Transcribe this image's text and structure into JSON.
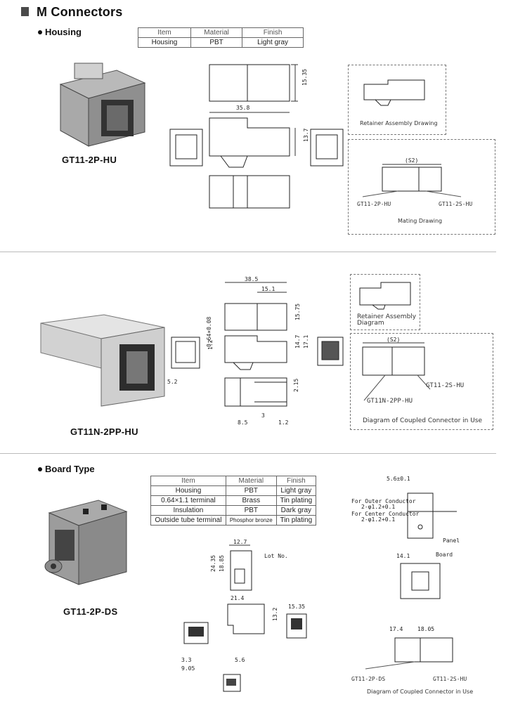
{
  "header": {
    "title": "M Connectors"
  },
  "section1": {
    "subtitle": "Housing",
    "part_number": "GT11-2P-HU",
    "table": {
      "headers": [
        "Item",
        "Material",
        "Finish"
      ],
      "rows": [
        [
          "Housing",
          "PBT",
          "Light gray"
        ]
      ]
    },
    "dims": {
      "height": "15.35",
      "length": "35.8",
      "height2": "13.7"
    },
    "captions": {
      "retainer": "Retainer Assembly Drawing",
      "mating": "Mating Drawing",
      "left_label": "GT11-2P-HU",
      "right_label": "GT11-2S-HU",
      "gap": "(S2)"
    }
  },
  "section2": {
    "part_number": "GT11N-2PP-HU",
    "dims": {
      "length": "38.5",
      "short": "15.1",
      "height": "15.75",
      "h2": "14.7",
      "h3": "17.1",
      "d1": "0.64×0.08",
      "d2": "1.2",
      "d3": "5.2",
      "d4": "8.5",
      "d5": "1.2",
      "d6": "2.15",
      "d7": "3"
    },
    "captions": {
      "retainer_line1": "Retainer Assembly",
      "retainer_line2": "Diagram",
      "coupled": "Diagram of Coupled Connector in Use",
      "right_label": "GT11-2S-HU",
      "left_label": "GT11N-2PP-HU",
      "gap": "(S2)"
    }
  },
  "section3": {
    "subtitle": "Board Type",
    "part_number": "GT11-2P-DS",
    "table": {
      "headers": [
        "Item",
        "Material",
        "Finish"
      ],
      "rows": [
        [
          "Housing",
          "PBT",
          "Light gray"
        ],
        [
          "0.64×1.1 terminal",
          "Brass",
          "Tin plating"
        ],
        [
          "Insulation",
          "PBT",
          "Dark gray"
        ],
        [
          "Outside tube terminal",
          "Phosphor bronze",
          "Tin plating"
        ]
      ]
    },
    "dims": {
      "a": "12.7",
      "b": "24.35",
      "c": "18.85",
      "d": "21.4",
      "e": "15.35",
      "f": "13.2",
      "g": "5.6",
      "h": "3.3",
      "i": "9.05",
      "j": "17.4",
      "k": "18.05",
      "l": "14.1",
      "m": "5.6±0.1"
    },
    "captions": {
      "lot": "Lot No.",
      "outer": "For Outer Conductor",
      "outer_dim": "2-φ1.2+0.1",
      "center": "For Center Conductor",
      "center_dim": "2-φ1.2+0.1",
      "panel": "Panel",
      "board": "Board",
      "coupled": "Diagram of Coupled Connector in Use",
      "left_label": "GT11-2P-DS",
      "right_label": "GT11-2S-HU"
    }
  }
}
